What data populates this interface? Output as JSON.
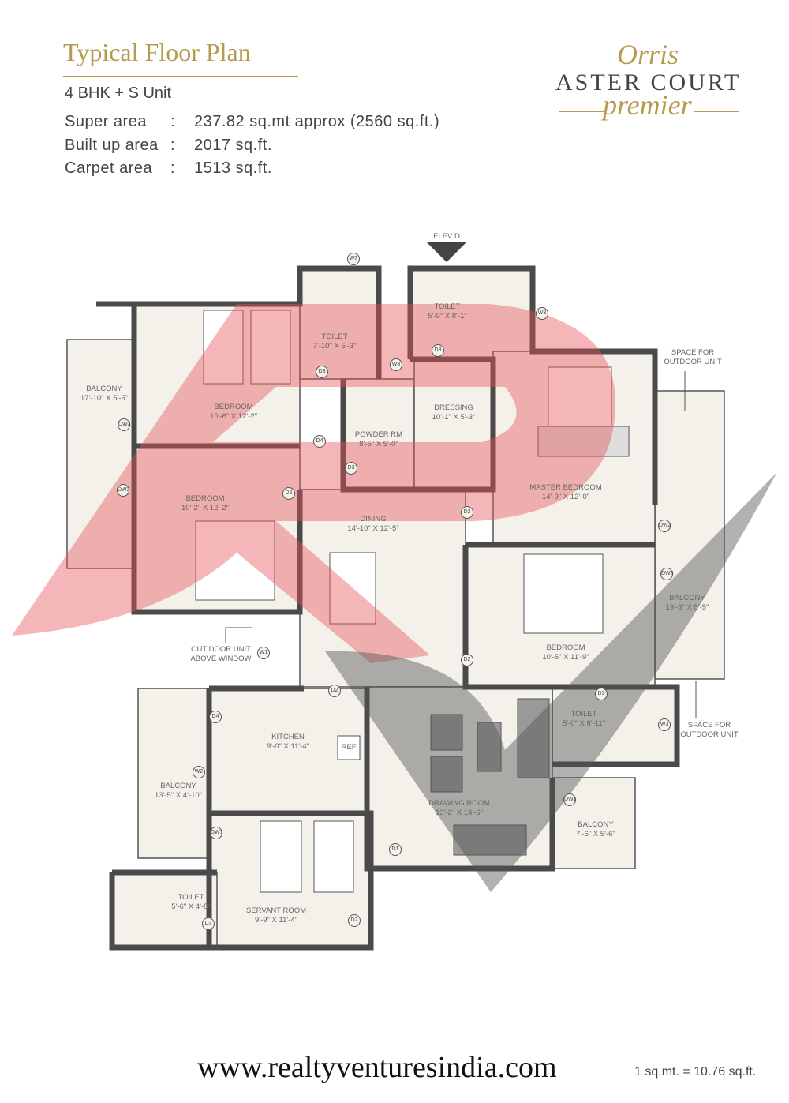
{
  "header": {
    "title": "Typical Floor Plan",
    "unit_type": "4 BHK + S Unit",
    "specs": [
      {
        "label": "Super area",
        "sep": ":",
        "value": "237.82 sq.mt approx (2560 sq.ft.)"
      },
      {
        "label": "Built up area",
        "sep": ":",
        "value": "2017 sq.ft."
      },
      {
        "label": "Carpet area",
        "sep": ":",
        "value": "1513 sq.ft."
      }
    ]
  },
  "logo": {
    "script_top": "Orris",
    "main": "ASTER COURT",
    "script_bottom": "premier"
  },
  "plan": {
    "elevation": "ELEV D",
    "rooms": [
      {
        "name": "BALCONY",
        "size": "17'-10\" X 5'-5\""
      },
      {
        "name": "BEDROOM",
        "size": "10'-6\" X 12'-2\""
      },
      {
        "name": "TOILET",
        "size": "7'-10\" X 5'-3\""
      },
      {
        "name": "TOILET",
        "size": "5'-9\" X 8'-1\""
      },
      {
        "name": "POWDER RM",
        "size": "8'-5\" X 5'-0\""
      },
      {
        "name": "DRESSING",
        "size": "10'-1\" X 5'-3\""
      },
      {
        "name": "MASTER BEDROOM",
        "size": "14'-9\" X 12'-0\""
      },
      {
        "name": "BEDROOM",
        "size": "10'-2\" X 12'-2\""
      },
      {
        "name": "DINING",
        "size": "14'-10\" X 12'-5\""
      },
      {
        "name": "BALCONY",
        "size": "19'-3\" X 5'-5\""
      },
      {
        "name": "BEDROOM",
        "size": "10'-5\" X 11'-9\""
      },
      {
        "name": "TOILET",
        "size": "5'-0\" X 6'-11\""
      },
      {
        "name": "KITCHEN",
        "size": "9'-0\" X 11'-4\""
      },
      {
        "name": "BALCONY",
        "size": "13'-5\" X 4'-10\""
      },
      {
        "name": "DRAWING ROOM",
        "size": "13'-2\" X 14'-6\""
      },
      {
        "name": "BALCONY",
        "size": "7'-6\" X 5'-6\""
      },
      {
        "name": "SERVANT ROOM",
        "size": "9'-9\" X 11'-4\""
      },
      {
        "name": "TOILET",
        "size": "5'-6\" X 4'-8\""
      }
    ],
    "notes": {
      "outdoor_top": "SPACE FOR\nOUTDOOR UNIT",
      "outdoor_right": "SPACE FOR\nOUTDOOR UNIT",
      "outdoor_window": "OUT DOOR UNIT\nABOVE WINDOW",
      "ref": "REF"
    },
    "tags": [
      "W3",
      "W3",
      "W3",
      "D3",
      "D3",
      "D3",
      "DW3",
      "DW2",
      "D4",
      "D2",
      "D2",
      "D2",
      "DW2",
      "DW3",
      "W1",
      "D2",
      "D4",
      "W2",
      "DW1",
      "D3",
      "W3",
      "DW1",
      "D1",
      "D3",
      "D2"
    ]
  },
  "footer": {
    "url": "www.realtyventuresindia.com",
    "conversion": "1 sq.mt. = 10.76 sq.ft."
  },
  "colors": {
    "gold": "#b89a4e",
    "wall": "#4a4a4a",
    "floor": "#f3f1ea",
    "watermark_red": "#e8505b",
    "watermark_gray": "#555555"
  }
}
